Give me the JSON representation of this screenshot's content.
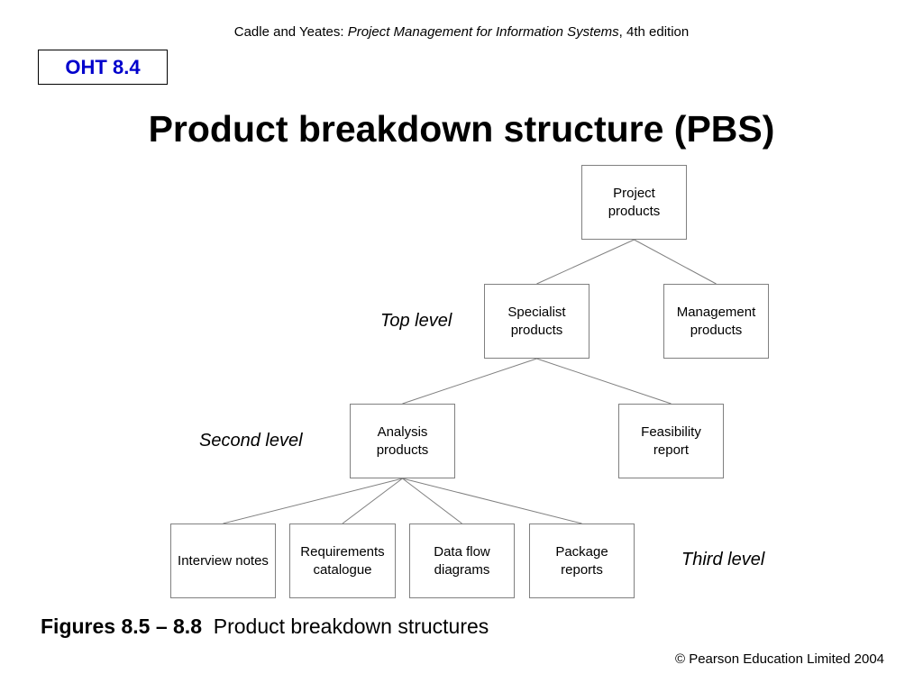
{
  "header": {
    "authors": "Cadle and Yeates: ",
    "book_title": "Project Management for Information Systems",
    "edition": ", 4th edition"
  },
  "oht_label": "OHT 8.4",
  "title": "Product breakdown structure (PBS)",
  "diagram": {
    "nodes": {
      "root": "Project products",
      "specialist": "Specialist products",
      "management": "Management products",
      "analysis": "Analysis products",
      "feasibility": "Feasibility report",
      "interview": "Interview notes",
      "requirements": "Requirements catalogue",
      "dataflow": "Data flow diagrams",
      "package": "Package reports"
    },
    "edges": [
      [
        "root",
        "specialist"
      ],
      [
        "root",
        "management"
      ],
      [
        "specialist",
        "analysis"
      ],
      [
        "specialist",
        "feasibility"
      ],
      [
        "analysis",
        "interview"
      ],
      [
        "analysis",
        "requirements"
      ],
      [
        "analysis",
        "dataflow"
      ],
      [
        "analysis",
        "package"
      ]
    ],
    "level_labels": {
      "top": "Top level",
      "second": "Second level",
      "third": "Third level"
    }
  },
  "caption": {
    "figure_number": "Figures 8.5 – 8.8",
    "text": "Product breakdown structures"
  },
  "copyright": "© Pearson Education Limited 2004",
  "colors": {
    "oht_label": "#0000cc",
    "node_border": "#808080",
    "connector": "#808080"
  }
}
